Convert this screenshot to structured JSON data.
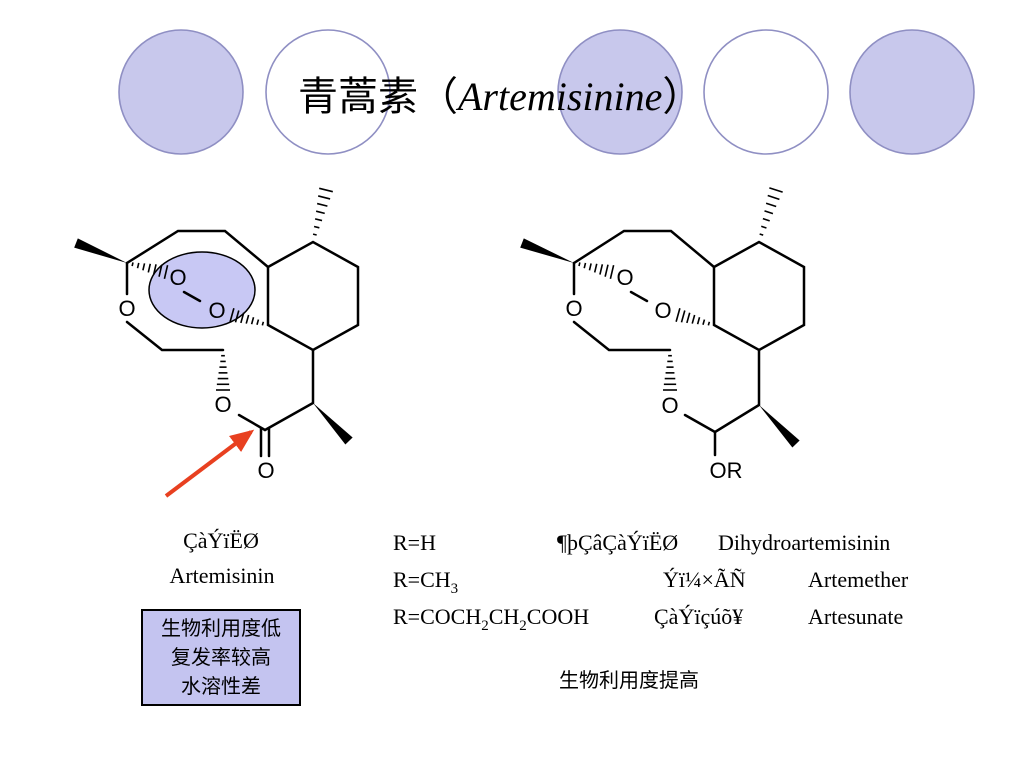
{
  "title": {
    "chinese": "青蒿素（",
    "latin": "Artemisinine",
    "close": "）"
  },
  "structures": {
    "artemisinin": {
      "atoms": {
        "o1": "O",
        "o2": "O",
        "o_ring": "O",
        "o_lactone": "O",
        "o_carbonyl": "O"
      },
      "highlight_color": "#c8c8f4"
    },
    "derivative": {
      "atoms": {
        "o1": "O",
        "o2": "O",
        "o_ring": "O",
        "o_lactone": "O",
        "or_group": "OR"
      }
    }
  },
  "arrow": {
    "color": "#e84020"
  },
  "artemisinin_caption": {
    "encoded": "ÇàÝïËØ",
    "english": "Artemisinin"
  },
  "drawback_box": {
    "lines": [
      "生物利用度低",
      "复发率较高",
      "水溶性差"
    ],
    "background": "#c4c4f0"
  },
  "derivatives": [
    {
      "r_base": "R=H",
      "r_parts": [],
      "encoded": "¶þÇâÇàÝïËØ",
      "name": "Dihydroartemisinin"
    },
    {
      "r_base": "R=CH",
      "r_parts": [
        {
          "sub": "3",
          "text": ""
        }
      ],
      "encoded": "Ýï¼×ÃÑ",
      "name": "Artemether"
    },
    {
      "r_base": "R=COCH",
      "r_parts": [
        {
          "sub": "2",
          "text": "CH"
        },
        {
          "sub": "2",
          "text": "COOH"
        }
      ],
      "encoded": "ÇàÝïçúõ¥",
      "name": "Artesunate"
    }
  ],
  "conclusion": "生物利用度提高",
  "colors": {
    "deco_fill": "#c8c8ec",
    "deco_stroke": "#8f8fc3"
  }
}
